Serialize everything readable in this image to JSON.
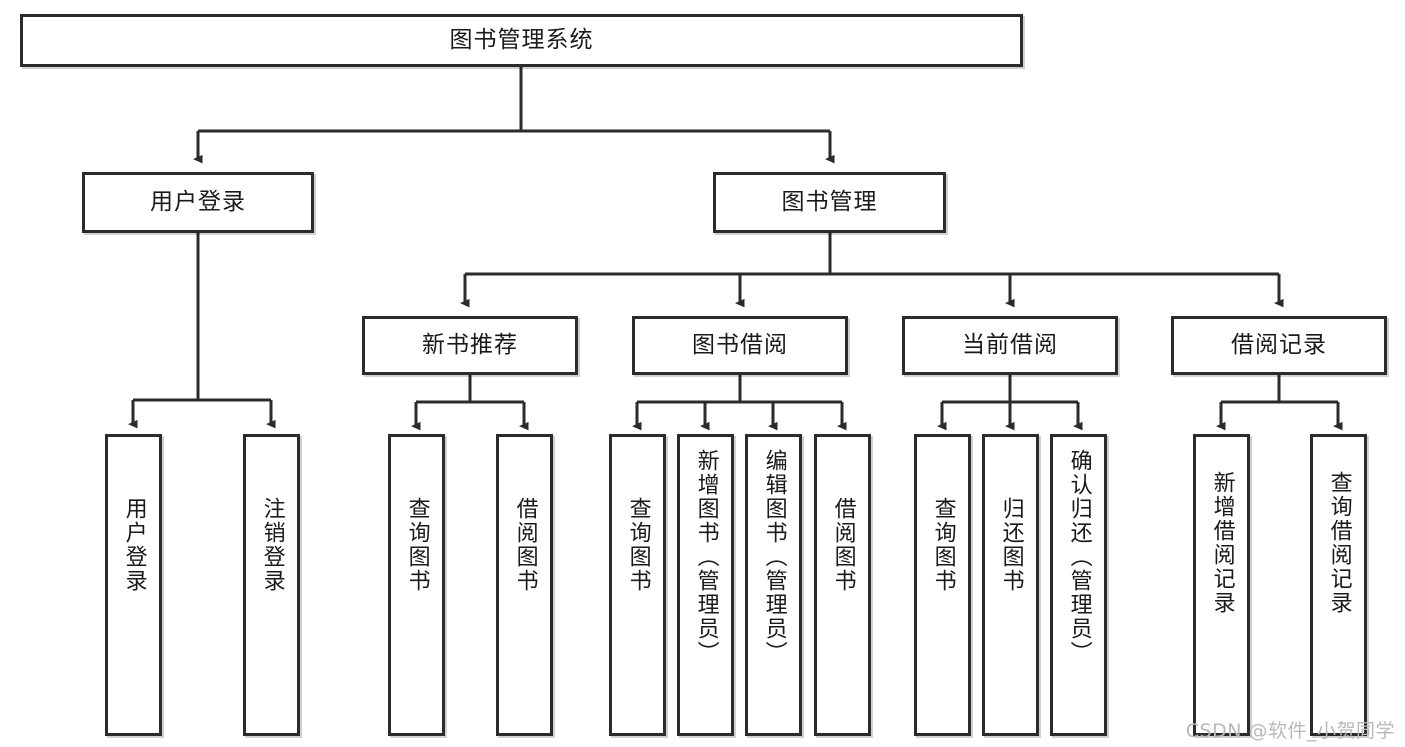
{
  "diagram": {
    "type": "tree",
    "title": "图书管理系统",
    "orientation": "top-down",
    "colors": {
      "box_border": "#2b2b2b",
      "box_fill": "#ffffff",
      "edge": "#2b2b2b",
      "text": "#1a1a1a",
      "watermark": "#b9b9b9"
    },
    "nodes": {
      "root": {
        "label": "图书管理系统"
      },
      "level2": [
        {
          "id": "user-login",
          "label": "用户登录"
        },
        {
          "id": "book-manage",
          "label": "图书管理"
        }
      ],
      "level3": [
        {
          "id": "new-book-rec",
          "label": "新书推荐"
        },
        {
          "id": "book-borrow",
          "label": "图书借阅"
        },
        {
          "id": "current-borrow",
          "label": "当前借阅"
        },
        {
          "id": "borrow-record",
          "label": "借阅记录"
        }
      ],
      "leaves": {
        "user-login": [
          {
            "id": "leaf-user-login",
            "label": "用户登录"
          },
          {
            "id": "leaf-user-logout",
            "label": "注销登录"
          }
        ],
        "new-book-rec": [
          {
            "id": "leaf-query-book-1",
            "label": "查询图书"
          },
          {
            "id": "leaf-borrow-book-1",
            "label": "借阅图书"
          }
        ],
        "book-borrow": [
          {
            "id": "leaf-query-book-2",
            "label": "查询图书"
          },
          {
            "id": "leaf-add-book",
            "label": "新增图书（管理员）"
          },
          {
            "id": "leaf-edit-book",
            "label": "编辑图书（管理员）"
          },
          {
            "id": "leaf-borrow-book-2",
            "label": "借阅图书"
          }
        ],
        "current-borrow": [
          {
            "id": "leaf-query-book-3",
            "label": "查询图书"
          },
          {
            "id": "leaf-return-book",
            "label": "归还图书"
          },
          {
            "id": "leaf-confirm-return",
            "label": "确认归还（管理员）"
          }
        ],
        "borrow-record": [
          {
            "id": "leaf-add-record",
            "label": "新增借阅记录"
          },
          {
            "id": "leaf-query-record",
            "label": "查询借阅记录"
          }
        ]
      }
    },
    "watermark": "CSDN @软件_小贺同学"
  }
}
